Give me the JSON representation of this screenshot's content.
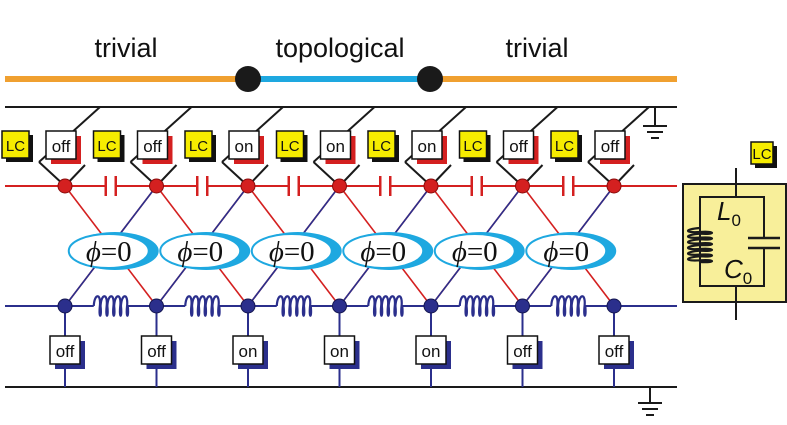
{
  "regions": {
    "left_label": "trivial",
    "middle_label": "topological",
    "right_label": "trivial"
  },
  "top_switches": [
    {
      "lc": "LC",
      "state": "off"
    },
    {
      "lc": "LC",
      "state": "off"
    },
    {
      "lc": "LC",
      "state": "on"
    },
    {
      "lc": "LC",
      "state": "on"
    },
    {
      "lc": "LC",
      "state": "on"
    },
    {
      "lc": "LC",
      "state": "off"
    },
    {
      "lc": "LC",
      "state": "off"
    }
  ],
  "bottom_switches": [
    "off",
    "off",
    "on",
    "on",
    "on",
    "off",
    "off"
  ],
  "flux_loops": [
    "ϕ=0",
    "ϕ=0",
    "ϕ=0",
    "ϕ=0",
    "ϕ=0",
    "ϕ=0"
  ],
  "lc_legend": {
    "badge": "LC",
    "inductor_symbol": "L",
    "inductor_sub": "0",
    "capacitor_symbol": "C",
    "capacitor_sub": "0"
  },
  "colors": {
    "trivial_line": "#f0a030",
    "topological_line": "#1ea8e0",
    "red_chain": "#d42020",
    "blue_chain": "#2b2f8c",
    "lc_box": "#f8ef9a",
    "lc_badge": "#f6ec00"
  }
}
